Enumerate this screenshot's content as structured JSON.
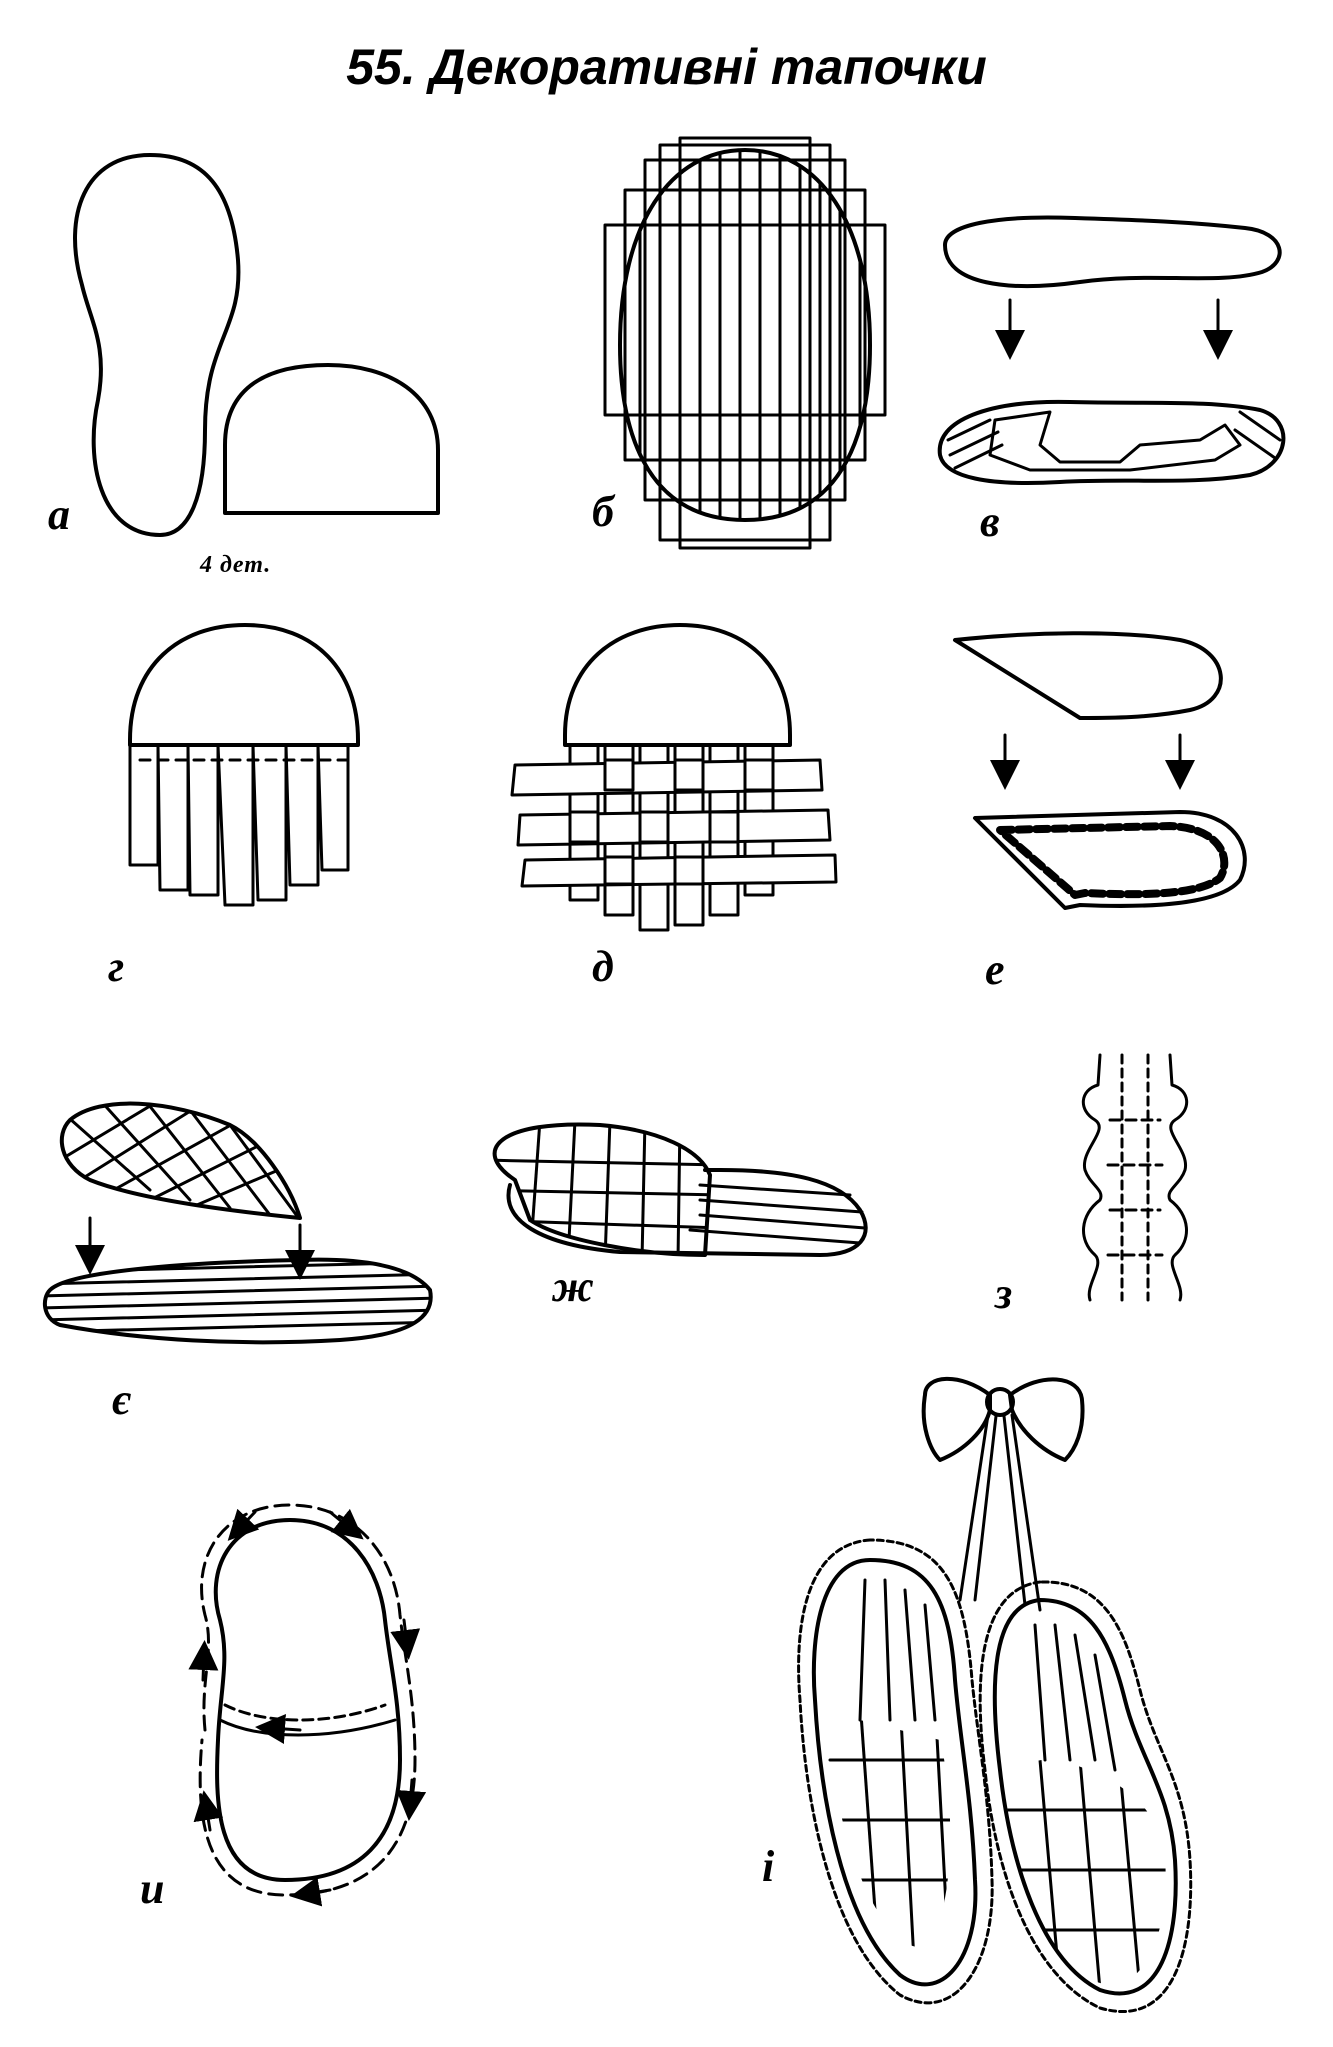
{
  "title": "55. Декоративні тапочки",
  "panels": {
    "a": {
      "label": "а",
      "note": "4 дет."
    },
    "b": {
      "label": "б"
    },
    "v": {
      "label": "в"
    },
    "h": {
      "label": "г"
    },
    "d": {
      "label": "д"
    },
    "e": {
      "label": "е"
    },
    "ye": {
      "label": "є"
    },
    "zh": {
      "label": "ж"
    },
    "z": {
      "label": "з"
    },
    "y": {
      "label": "и"
    },
    "i": {
      "label": "і"
    }
  }
}
